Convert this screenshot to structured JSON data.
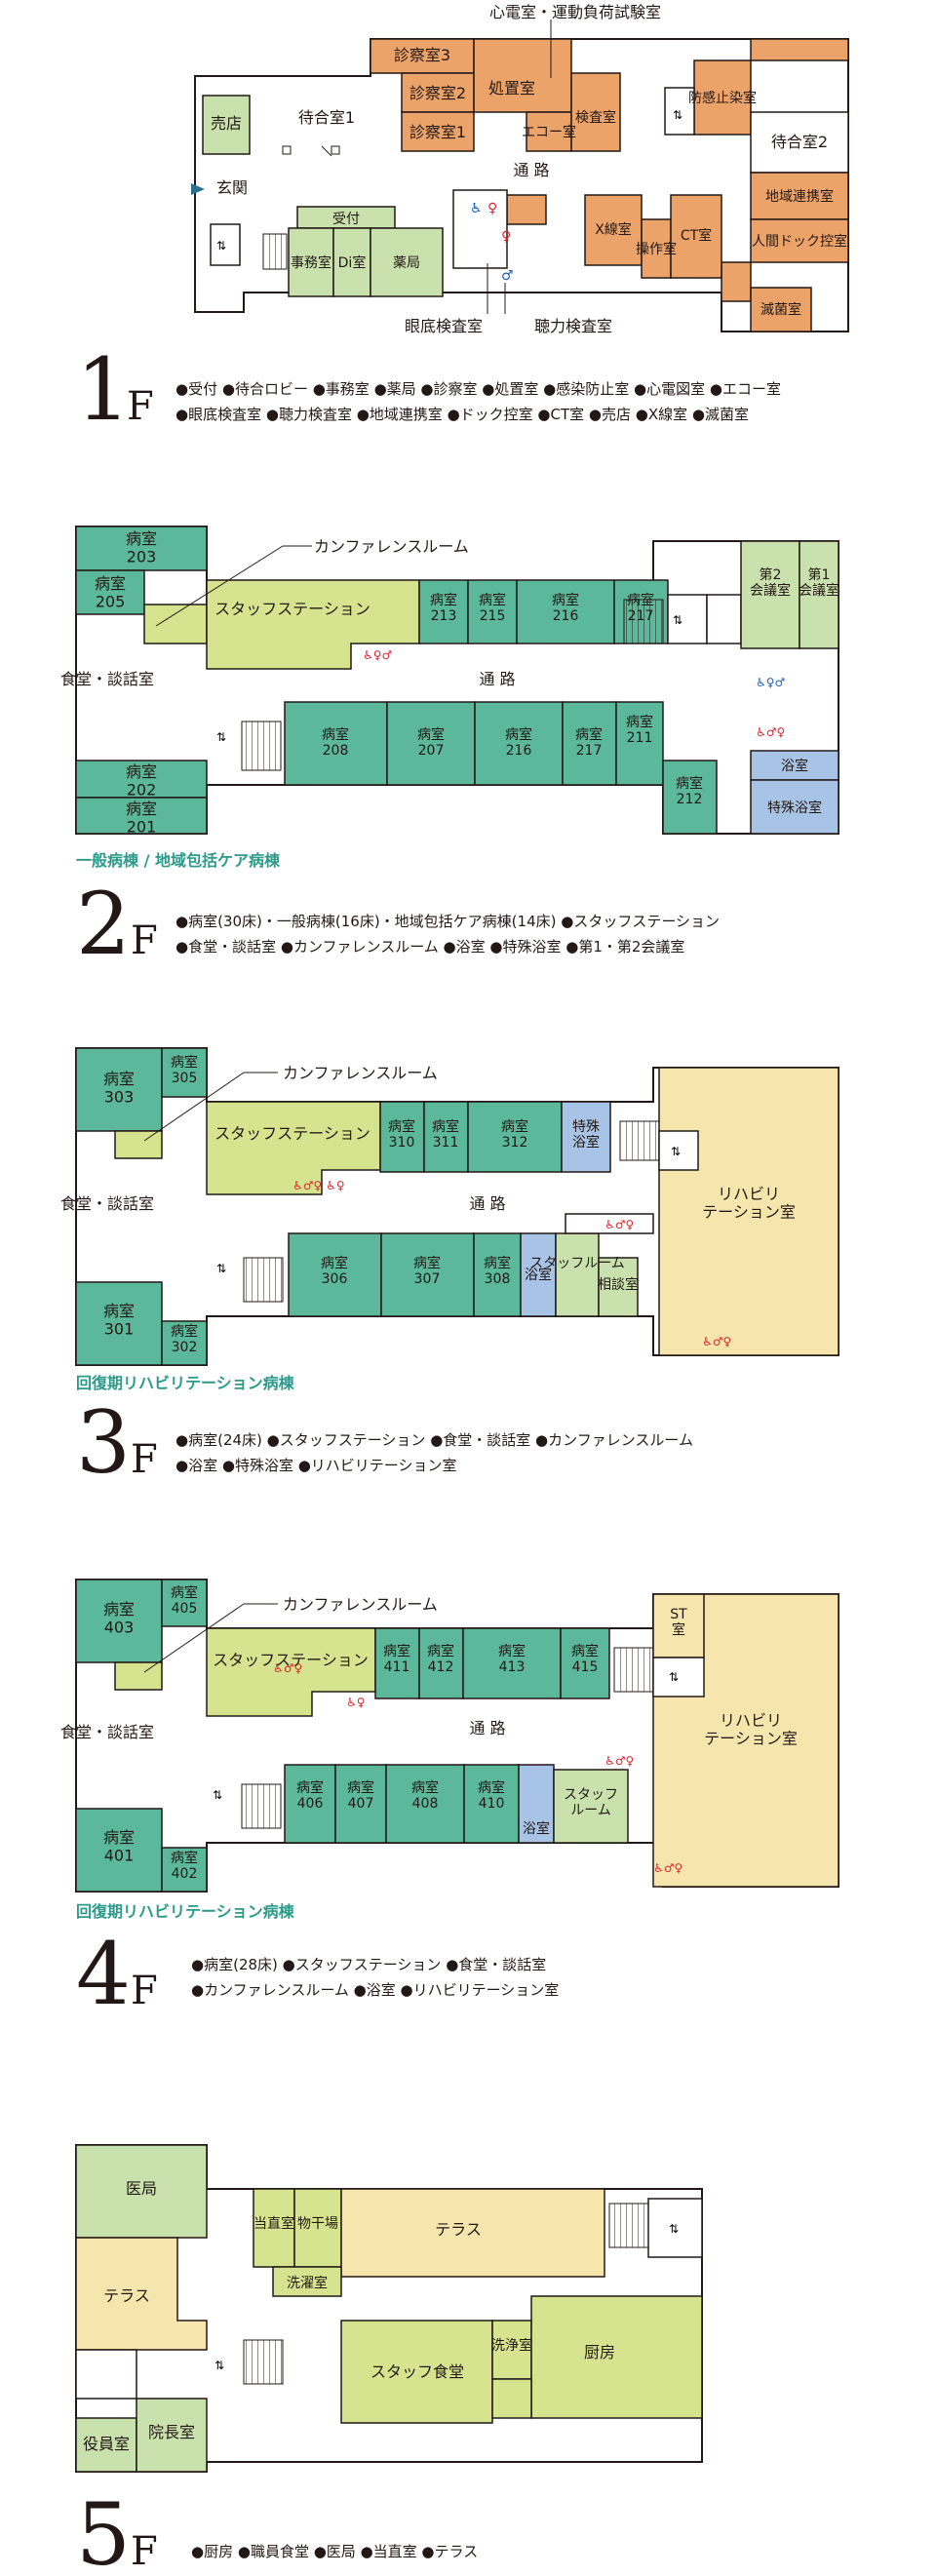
{
  "floors": [
    {
      "id": "1F",
      "number": "1",
      "suffix": "F",
      "legend_line1": "●受付 ●待合ロビー ●事務室 ●薬局 ●診察室 ●処置室 ●感染防止室 ●心電図室 ●エコー室",
      "legend_line2": "●眼底検査室 ●聴力検査室 ●地域連携室 ●ドック控室 ●CT室 ●売店 ●X線室 ●滅菌室",
      "callouts": [
        "心電室・運動負荷試験室",
        "眼底検査室",
        "聴力検査室"
      ],
      "rooms": {
        "shinsatsu3": "診察室3",
        "shinsatsu2": "診察室2",
        "shinsatsu1": "診察室1",
        "shochi": "処置室",
        "eco": "エコー室",
        "kensa": "検査室",
        "boukan": "防感止染室",
        "machiai2": "待合室2",
        "chiiki": "地域連携室",
        "dock": "人間ドック控室",
        "mekkin": "滅菌室",
        "baiten": "売店",
        "machiai1": "待合室1",
        "genkan": "玄関",
        "uketsuke": "受付",
        "jimu": "事務室",
        "di": "Di室",
        "yakkyoku": "薬局",
        "tsuro": "通 路",
        "xsen": "X線室",
        "sousa": "操作室",
        "ct": "CT室"
      }
    },
    {
      "id": "2F",
      "number": "2",
      "suffix": "F",
      "ward": "一般病棟 / 地域包括ケア病棟",
      "legend_line1": "●病室(30床)・一般病棟(16床)・地域包括ケア病棟(14床) ●スタッフステーション",
      "legend_line2": "●食堂・談話室 ●カンファレンスルーム ●浴室 ●特殊浴室 ●第1・第2会議室",
      "callout": "カンファレンスルーム",
      "rooms": {
        "b203": "病室\n203",
        "b205": "病室\n205",
        "b202": "病室\n202",
        "b201": "病室\n201",
        "dining": "食堂・談話室",
        "station": "スタッフステーション",
        "b213": "病室\n213",
        "b215": "病室\n215",
        "b216": "病室\n216",
        "b217": "病室\n217",
        "b208": "病室\n208",
        "b207": "病室\n207",
        "b216b": "病室\n216",
        "b217b": "病室\n217",
        "b211": "病室\n211",
        "b212": "病室\n212",
        "kaigi2": "第2\n会議室",
        "kaigi1": "第1\n会議室",
        "bath": "浴室",
        "special_bath": "特殊浴室",
        "tsuro": "通 路"
      }
    },
    {
      "id": "3F",
      "number": "3",
      "suffix": "F",
      "ward": "回復期リハビリテーション病棟",
      "legend_line1": "●病室(24床) ●スタッフステーション ●食堂・談話室 ●カンファレンスルーム",
      "legend_line2": "●浴室 ●特殊浴室 ●リハビリテーション室",
      "callout": "カンファレンスルーム",
      "rooms": {
        "b303": "病室\n303",
        "b305": "病室\n305",
        "b301": "病室\n301",
        "b302": "病室\n302",
        "dining": "食堂・談話室",
        "station": "スタッフステーション",
        "b310": "病室\n310",
        "b311": "病室\n311",
        "b312": "病室\n312",
        "special_bath": "特殊\n浴室",
        "b306": "病室\n306",
        "b307": "病室\n307",
        "b308": "病室\n308",
        "bath": "浴室",
        "staffroom": "スタッフルーム",
        "soudan": "相談室",
        "rehab": "リハビリ\nテーション室",
        "tsuro": "通 路"
      }
    },
    {
      "id": "4F",
      "number": "4",
      "suffix": "F",
      "ward": "回復期リハビリテーション病棟",
      "legend_line1": "●病室(28床) ●スタッフステーション ●食堂・談話室",
      "legend_line2": "●カンファレンスルーム ●浴室 ●リハビリテーション室",
      "callout": "カンファレンスルーム",
      "rooms": {
        "b403": "病室\n403",
        "b405": "病室\n405",
        "b401": "病室\n401",
        "b402": "病室\n402",
        "dining": "食堂・談話室",
        "station": "スタッフステーション",
        "b411": "病室\n411",
        "b412": "病室\n412",
        "b413": "病室\n413",
        "b415": "病室\n415",
        "b406": "病室\n406",
        "b407": "病室\n407",
        "b408": "病室\n408",
        "b410": "病室\n410",
        "bath": "浴室",
        "staffroom": "スタッフ\nルーム",
        "st": "ST\n室",
        "rehab": "リハビリ\nテーション室",
        "tsuro": "通 路"
      }
    },
    {
      "id": "5F",
      "number": "5",
      "suffix": "F",
      "legend_line1": "●厨房 ●職員食堂 ●医局 ●当直室 ●テラス",
      "rooms": {
        "ikyoku": "医局",
        "terrace_left": "テラス",
        "touchoku": "当直室",
        "monohoshi": "物干場",
        "terrace_top": "テラス",
        "sentaku": "洗濯室",
        "staff_dining": "スタッフ食堂",
        "senjou": "洗浄室",
        "chubo": "厨房",
        "yakuin": "役員室",
        "inchou": "院長室"
      }
    }
  ]
}
